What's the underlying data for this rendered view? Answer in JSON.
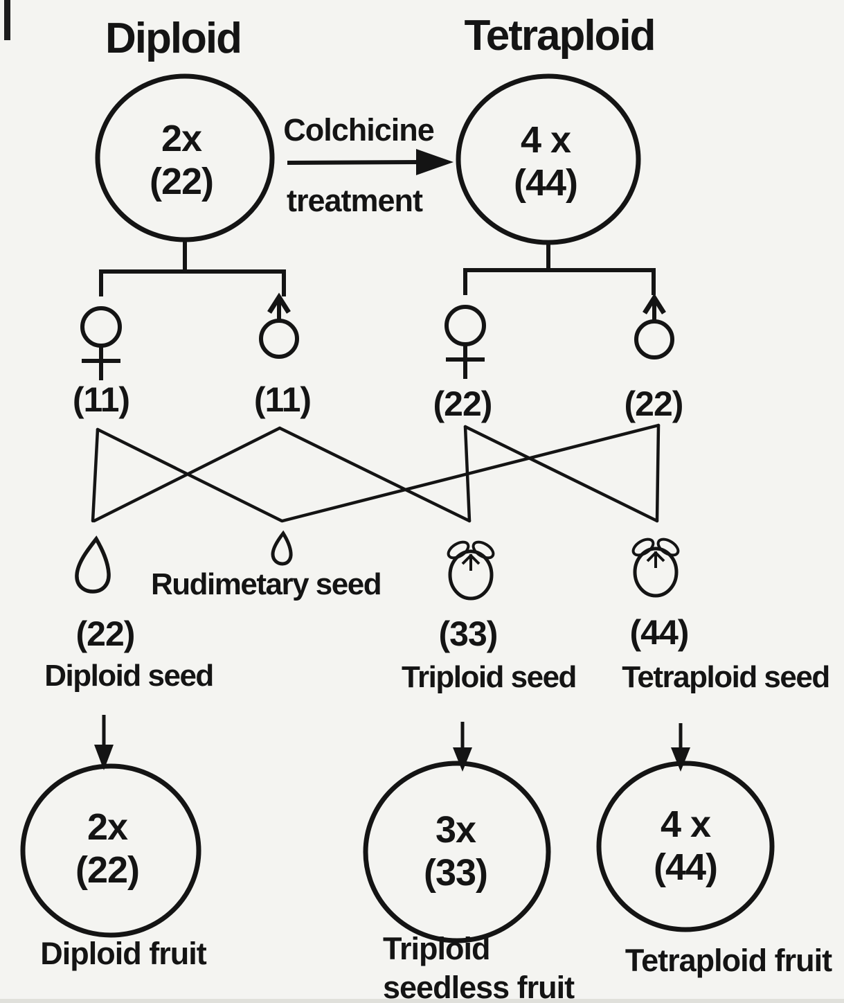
{
  "colors": {
    "ink": "#141414",
    "paper": "#f4f4f1"
  },
  "titles": {
    "left": "Diploid",
    "right": "Tetraploid"
  },
  "treatment_arrow": {
    "line1": "Colchicine",
    "line2": "treatment"
  },
  "plants": {
    "diploid": {
      "ploidy": "2x",
      "chromosomes": "(22)"
    },
    "tetraploid": {
      "ploidy": "4 x",
      "chromosomes": "(44)"
    }
  },
  "gametes": {
    "diploid_female": "(11)",
    "diploid_male": "(11)",
    "tetraploid_female": "(22)",
    "tetraploid_male": "(22)"
  },
  "seeds": {
    "diploid": {
      "chromosomes": "(22)",
      "label": "Diploid seed"
    },
    "rudimentary": {
      "label": "Rudimetary seed"
    },
    "triploid": {
      "chromosomes": "(33)",
      "label": "Triploid seed"
    },
    "tetraploid": {
      "chromosomes": "(44)",
      "label": "Tetraploid seed"
    }
  },
  "fruits": {
    "diploid": {
      "ploidy": "2x",
      "chromosomes": "(22)",
      "label": "Diploid fruit"
    },
    "triploid": {
      "ploidy": "3x",
      "chromosomes": "(33)",
      "label_line1": "Triploid",
      "label_line2": "seedless fruit"
    },
    "tetraploid": {
      "ploidy": "4 x",
      "chromosomes": "(44)",
      "label": "Tetraploid fruit"
    }
  }
}
